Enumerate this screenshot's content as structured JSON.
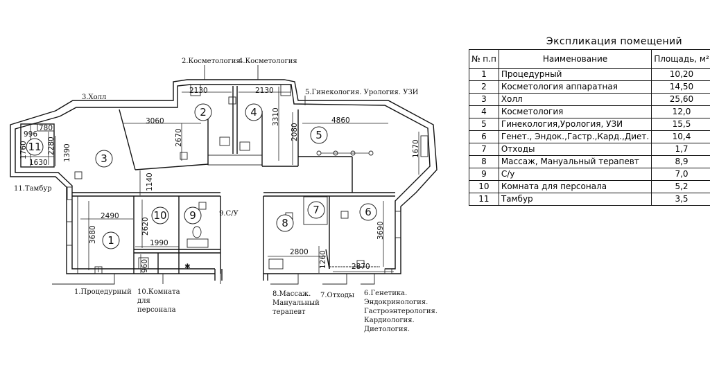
{
  "explication": {
    "title": "Экспликация  помещений",
    "headers": [
      "№ п.п",
      "Наименование",
      "Площадь, м²"
    ],
    "rows": [
      [
        "1",
        "Процедурный",
        "10,20"
      ],
      [
        "2",
        "Косметология аппаратная",
        "14,50"
      ],
      [
        "3",
        "Холл",
        "25,60"
      ],
      [
        "4",
        "Косметология",
        "12,0"
      ],
      [
        "5",
        "Гинекология,Урология, УЗИ",
        "15,5"
      ],
      [
        "6",
        "Генет., Эндок.,Гастр.,Кард.,Диет.",
        "10,4"
      ],
      [
        "7",
        "Отходы",
        "1,7"
      ],
      [
        "8",
        "Массаж, Мануальный терапевт",
        "8,9"
      ],
      [
        "9",
        "С/у",
        "7,0"
      ],
      [
        "10",
        "Комната для персонала",
        "5,2"
      ],
      [
        "11",
        "Тамбур",
        "3,5"
      ]
    ]
  },
  "room_numbers": [
    "1",
    "2",
    "3",
    "4",
    "5",
    "6",
    "7",
    "8",
    "9",
    "10",
    "11"
  ],
  "dimensions": {
    "d_2130_a": "2130",
    "d_2130_b": "2130",
    "d_3060": "3060",
    "d_2670": "2670",
    "d_3310": "3310",
    "d_2080": "2080",
    "d_4860": "4860",
    "d_1670": "1670",
    "d_1140": "1140",
    "d_2490": "2490",
    "d_3680": "3680",
    "d_2620": "2620",
    "d_1990": "1990",
    "d_960": "960",
    "d_2800": "2800",
    "d_1260": "1260",
    "d_2870": "2870",
    "d_3690": "3690",
    "d_996": "996",
    "d_780": "780",
    "d_1760": "1760",
    "d_2280": "2280",
    "d_1390": "1390",
    "d_1630": "1630"
  },
  "labels": {
    "l2": "2.Косметология",
    "l4": "4.Косметология",
    "l3": "3.Холл",
    "l5": "5.Гинекология. Урология. УЗИ",
    "l11": "11.Тамбур",
    "l9": "9.С/У",
    "l1": "1.Процедурный",
    "l10a": "10.Комната",
    "l10b": "для",
    "l10c": "персонала",
    "l8a": "8.Массаж.",
    "l8b": "Мануальный",
    "l8c": "терапевт",
    "l7": "7.Отходы",
    "l6a": "6.Генетика.",
    "l6b": "Эндокринология.",
    "l6c": "Гастроэнтерология.",
    "l6d": "Кардиология.",
    "l6e": "Диетология."
  }
}
